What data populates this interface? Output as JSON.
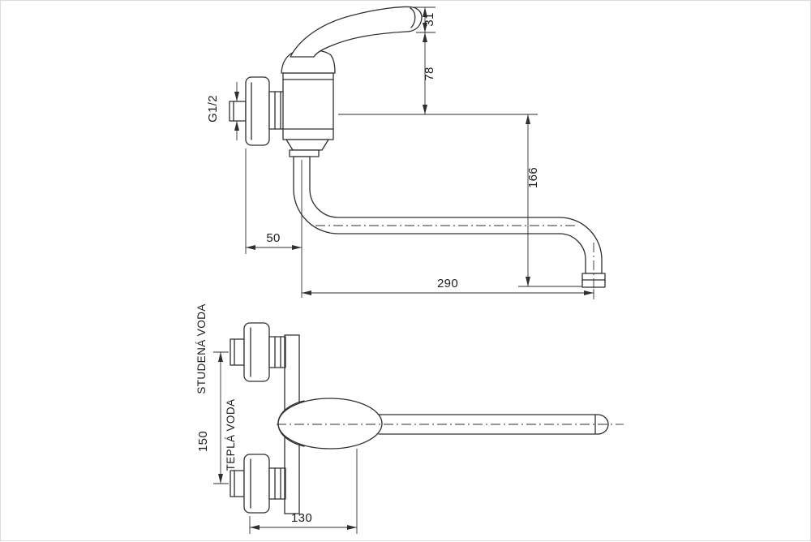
{
  "dimensions": {
    "handle_tip_height": "31",
    "body_top_height": "78",
    "spout_drop": "166",
    "wall_to_spout_axis": "50",
    "spout_reach": "290",
    "inlet_spacing": "150",
    "wall_to_body_front": "130",
    "connection_thread": "G1/2"
  },
  "labels": {
    "cold_water": "STUDENÁ VODA",
    "hot_water": "TEPLÁ VODA"
  },
  "colors": {
    "line": "#2f2f2f",
    "background": "#ffffff",
    "border": "#dcdcdc"
  }
}
